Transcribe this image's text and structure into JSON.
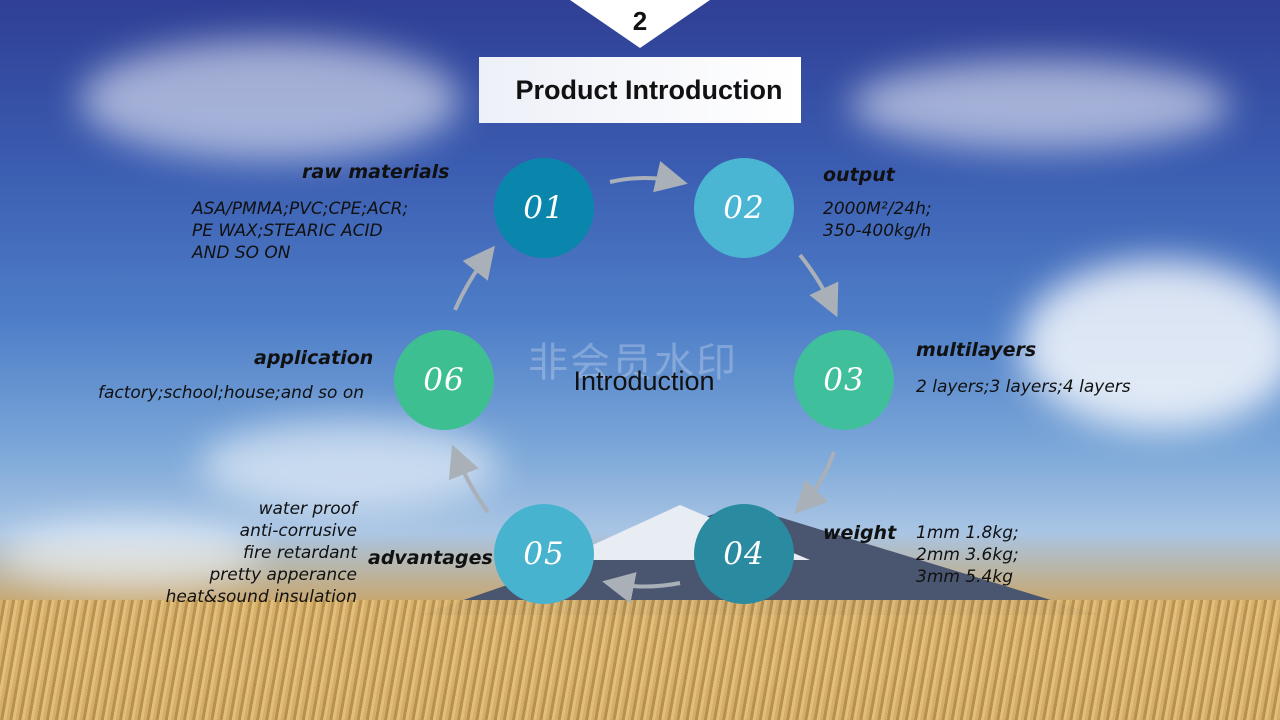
{
  "slide": {
    "number": "2",
    "title": "Product Introduction",
    "center_label": "Introduction",
    "watermark": "非会员水印"
  },
  "colors": {
    "node_01": "#0a86ad",
    "node_02": "#4bb6d4",
    "node_03": "#3fbf9c",
    "node_04": "#2a8aa0",
    "node_05": "#47b3cf",
    "node_06": "#3ebf92",
    "arrow": "#a9b0b8"
  },
  "nodes": [
    {
      "id": "01",
      "label": "raw materials",
      "lines": [
        "ASA/PMMA;PVC;CPE;ACR;",
        "PE WAX;STEARIC ACID",
        "AND SO ON"
      ]
    },
    {
      "id": "02",
      "label": "output",
      "lines": [
        "2000M²/24h;",
        "350-400kg/h"
      ]
    },
    {
      "id": "03",
      "label": "multilayers",
      "lines": [
        "2 layers;3 layers;4 layers"
      ]
    },
    {
      "id": "04",
      "label": "weight",
      "lines": [
        "1mm  1.8kg;",
        "2mm  3.6kg;",
        "3mm  5.4kg"
      ]
    },
    {
      "id": "05",
      "label": "advantages",
      "lines": [
        "water proof",
        "anti-corrusive",
        "fire retardant",
        "pretty apperance",
        "heat&sound insulation"
      ]
    },
    {
      "id": "06",
      "label": "application",
      "lines": [
        "factory;school;house;and so on"
      ]
    }
  ]
}
